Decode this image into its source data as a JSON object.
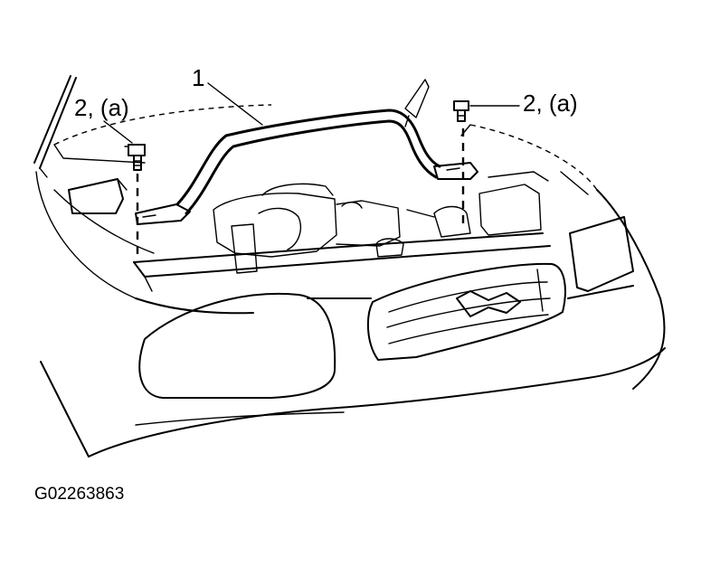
{
  "labels": {
    "part_1": "1",
    "part_2_left": "2, (a)",
    "part_2_right": "2, (a)"
  },
  "figure_code": "G02263863"
}
